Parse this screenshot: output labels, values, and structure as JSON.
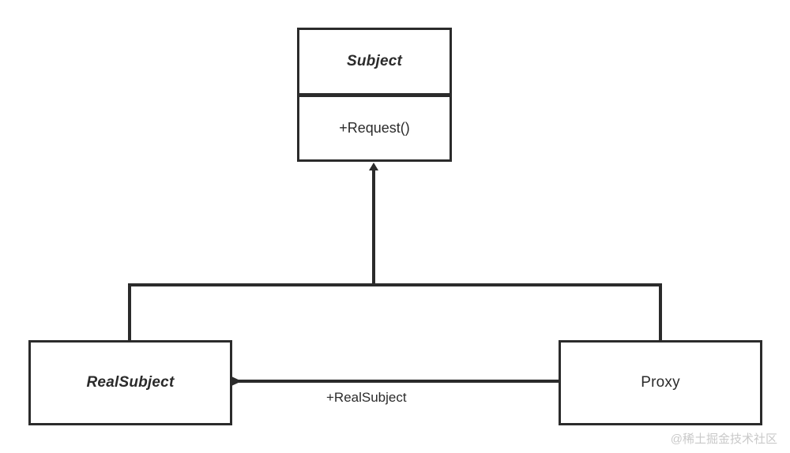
{
  "diagram": {
    "kind": "uml-class-diagram",
    "pattern": "Proxy",
    "background_color": "#ffffff",
    "line_color": "#2b2b2b",
    "text_color": "#2b2b2b",
    "classes": [
      {
        "id": "subject",
        "name": "Subject",
        "stereotype": "abstract",
        "italic": true,
        "members": [
          "+Request()"
        ]
      },
      {
        "id": "realsubject",
        "name": "RealSubject",
        "stereotype": "abstract",
        "italic": true,
        "members": []
      },
      {
        "id": "proxy",
        "name": "Proxy",
        "stereotype": "concrete",
        "italic": false,
        "members": []
      }
    ],
    "relationships": [
      {
        "id": "realsubject-inherits-subject",
        "type": "generalization",
        "from": "RealSubject",
        "to": "Subject",
        "label": ""
      },
      {
        "id": "proxy-inherits-subject",
        "type": "generalization",
        "from": "Proxy",
        "to": "Subject",
        "label": ""
      },
      {
        "id": "proxy-association-realsubject",
        "type": "association",
        "from": "Proxy",
        "to": "RealSubject",
        "label": "+RealSubject"
      }
    ]
  },
  "watermark": {
    "text": "@稀土掘金技术社区"
  }
}
